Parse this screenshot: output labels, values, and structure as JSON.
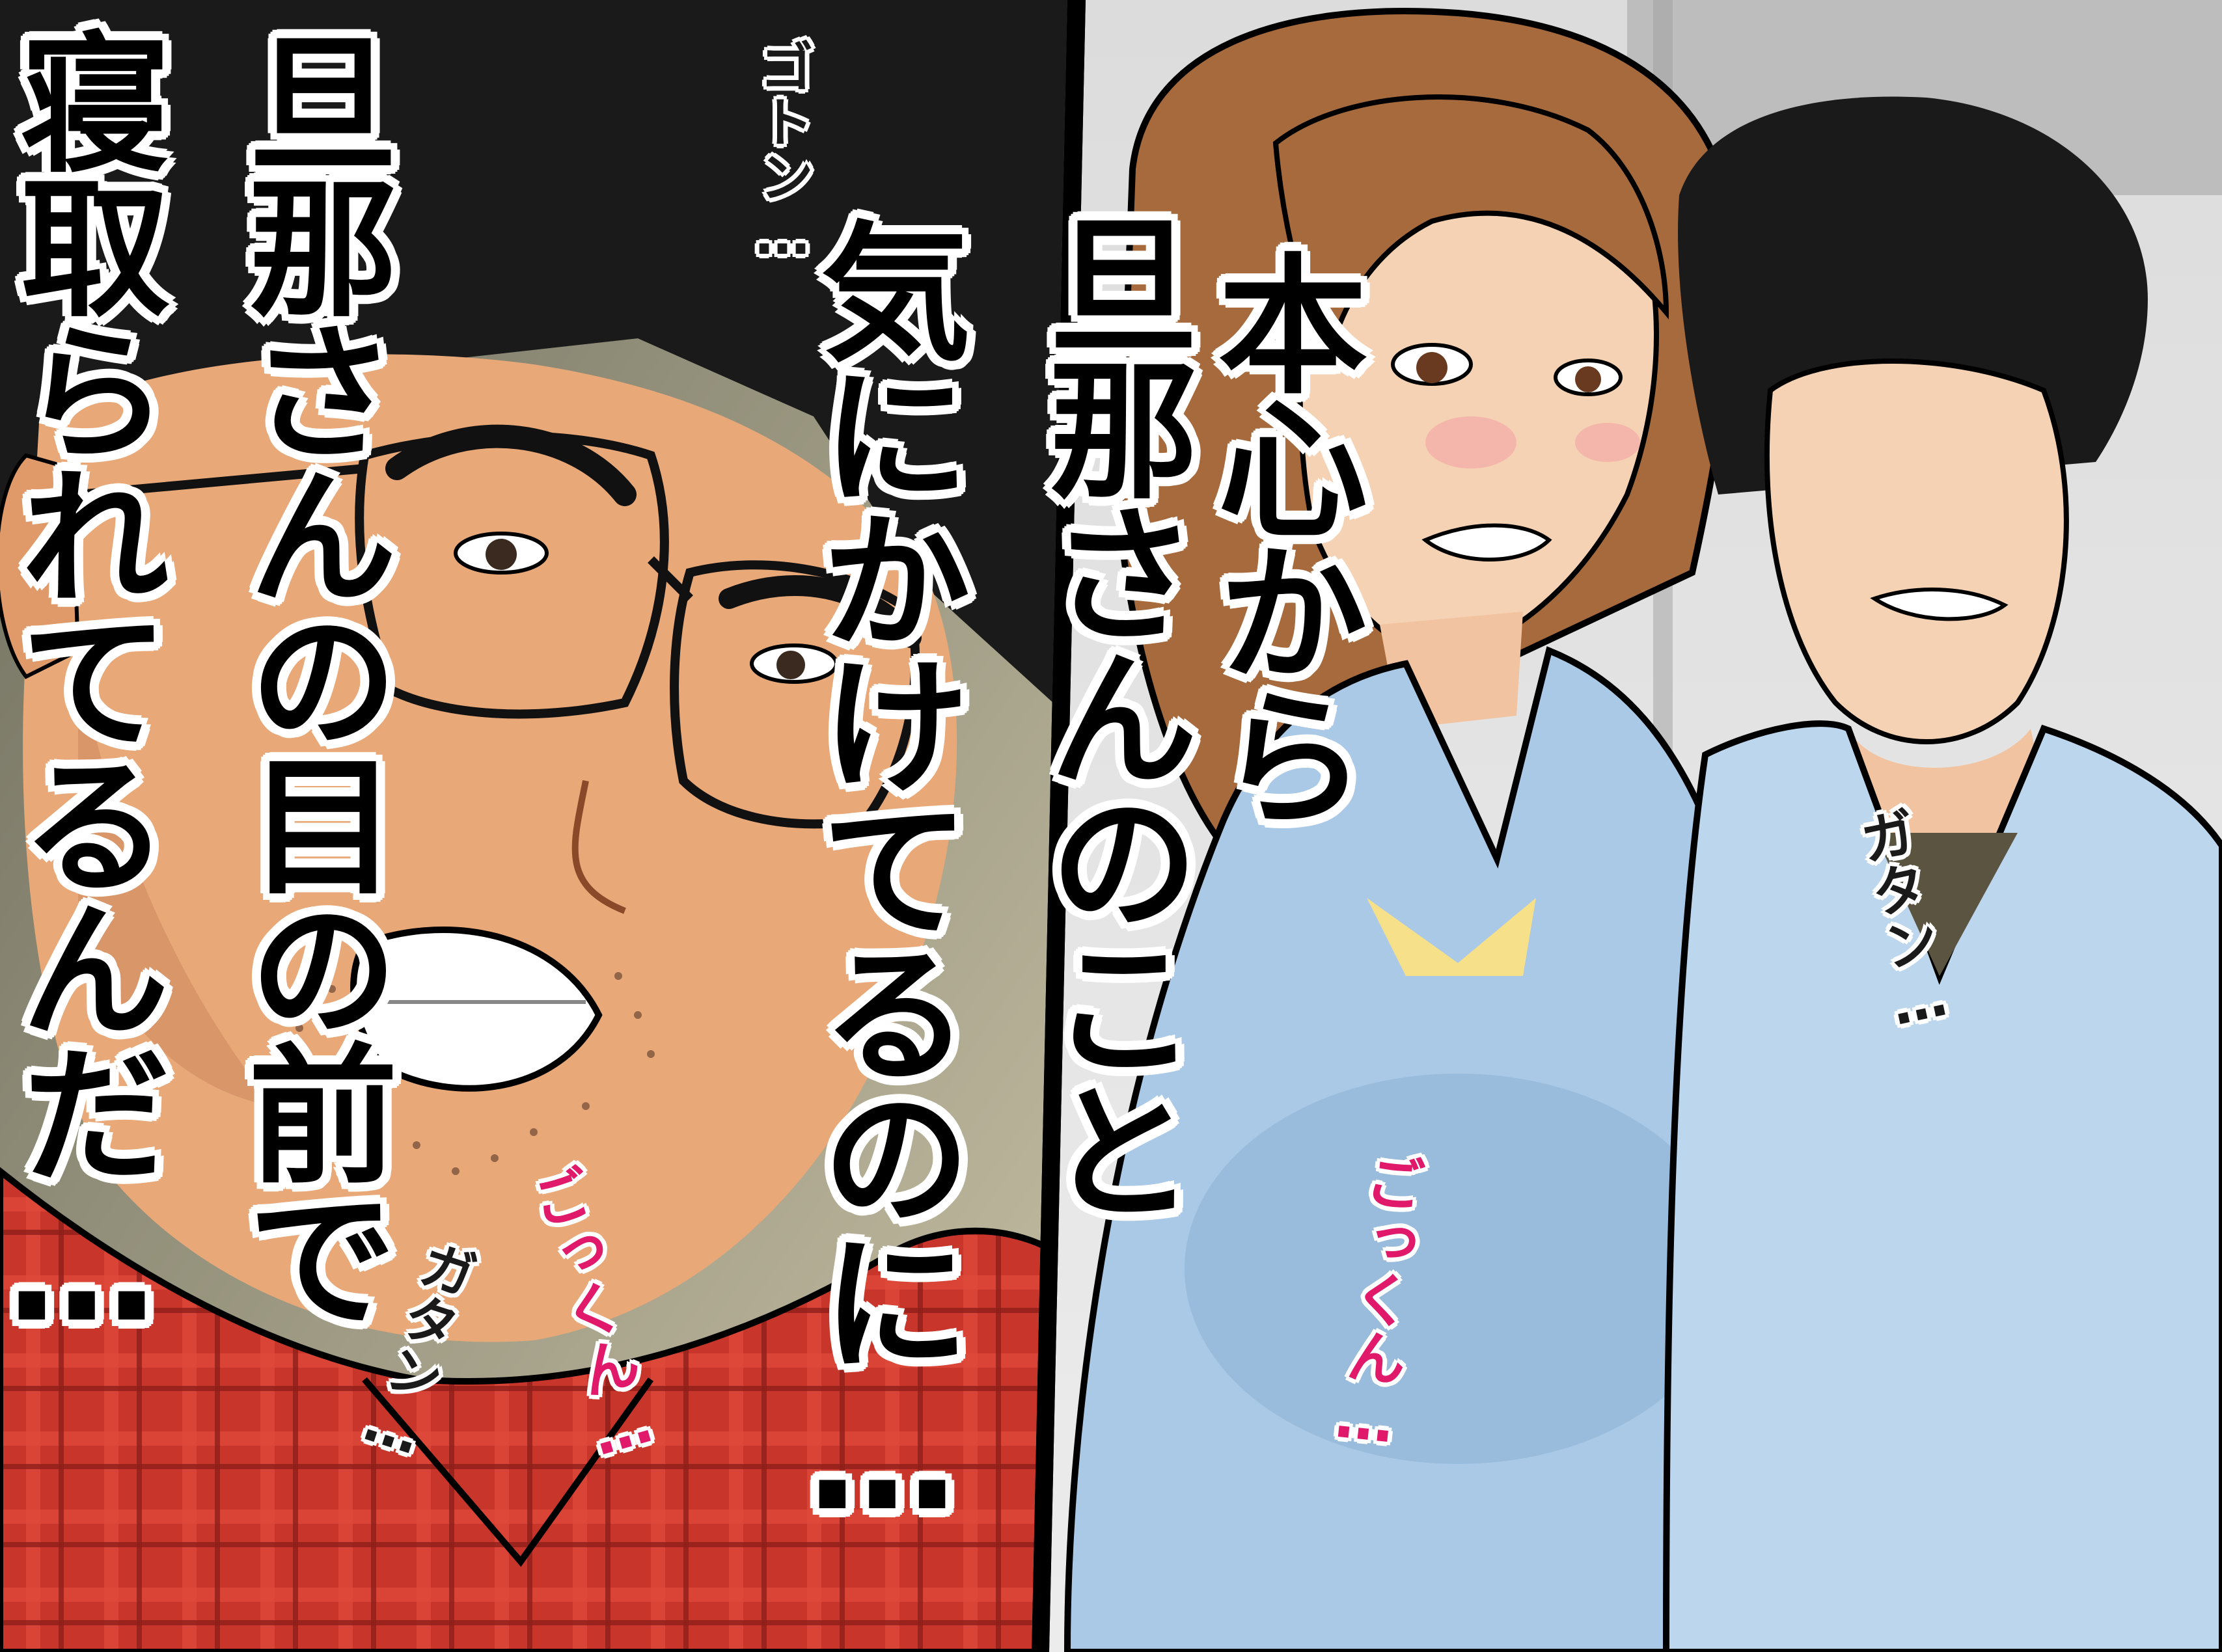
{
  "left_panel": {
    "narration_col1": "寝取られてるんだ…",
    "narration_col2": "旦那さんの目の前で",
    "narration_col3": "気にかけてるのに…",
    "sfx_top": "ゴトン…",
    "sfx_gatan": "ガタン…",
    "sfx_gokkun": "ごっくん…"
  },
  "right_panel": {
    "narration_col1": "旦那さんのこと",
    "narration_col2": "本心から",
    "sfx_gokkun": "ごっくん…",
    "sfx_gatan": "ガタン…"
  },
  "colors": {
    "gutter": "#000000",
    "shirt_red": "#c8352a",
    "shirt_blue": "#a9c9e6",
    "skin_dark": "#e8a878",
    "skin_light": "#f6d2b4",
    "hair_brown": "#a66a3c",
    "hair_black": "#1a1a1a",
    "sfx_pink": "#e0196a"
  }
}
